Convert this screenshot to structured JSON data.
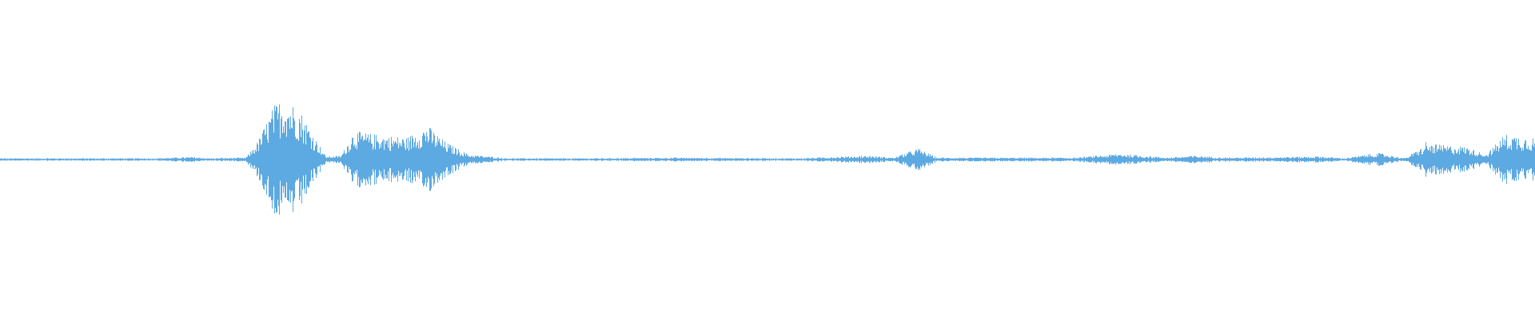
{
  "colors": {
    "background": "#ffffff",
    "waveform": "#5DA9E1"
  },
  "waveform": {
    "description_free": true,
    "amplitude_envelope": [
      {
        "t": 0.0,
        "a": 0.02
      },
      {
        "t": 0.1,
        "a": 0.02
      },
      {
        "t": 0.125,
        "a": 0.04
      },
      {
        "t": 0.135,
        "a": 0.02
      },
      {
        "t": 0.16,
        "a": 0.03
      },
      {
        "t": 0.168,
        "a": 0.3
      },
      {
        "t": 0.178,
        "a": 0.85
      },
      {
        "t": 0.185,
        "a": 1.0
      },
      {
        "t": 0.195,
        "a": 0.8
      },
      {
        "t": 0.205,
        "a": 0.35
      },
      {
        "t": 0.212,
        "a": 0.05
      },
      {
        "t": 0.222,
        "a": 0.06
      },
      {
        "t": 0.23,
        "a": 0.45
      },
      {
        "t": 0.245,
        "a": 0.4
      },
      {
        "t": 0.265,
        "a": 0.35
      },
      {
        "t": 0.278,
        "a": 0.55
      },
      {
        "t": 0.29,
        "a": 0.28
      },
      {
        "t": 0.305,
        "a": 0.08
      },
      {
        "t": 0.33,
        "a": 0.02
      },
      {
        "t": 0.38,
        "a": 0.02
      },
      {
        "t": 0.44,
        "a": 0.03
      },
      {
        "t": 0.52,
        "a": 0.02
      },
      {
        "t": 0.565,
        "a": 0.06
      },
      {
        "t": 0.582,
        "a": 0.03
      },
      {
        "t": 0.598,
        "a": 0.18
      },
      {
        "t": 0.61,
        "a": 0.03
      },
      {
        "t": 0.7,
        "a": 0.03
      },
      {
        "t": 0.73,
        "a": 0.09
      },
      {
        "t": 0.76,
        "a": 0.03
      },
      {
        "t": 0.778,
        "a": 0.06
      },
      {
        "t": 0.8,
        "a": 0.03
      },
      {
        "t": 0.86,
        "a": 0.05
      },
      {
        "t": 0.875,
        "a": 0.02
      },
      {
        "t": 0.898,
        "a": 0.1
      },
      {
        "t": 0.915,
        "a": 0.02
      },
      {
        "t": 0.93,
        "a": 0.25
      },
      {
        "t": 0.955,
        "a": 0.2
      },
      {
        "t": 0.968,
        "a": 0.08
      },
      {
        "t": 0.98,
        "a": 0.4
      },
      {
        "t": 1.0,
        "a": 0.35
      }
    ]
  }
}
